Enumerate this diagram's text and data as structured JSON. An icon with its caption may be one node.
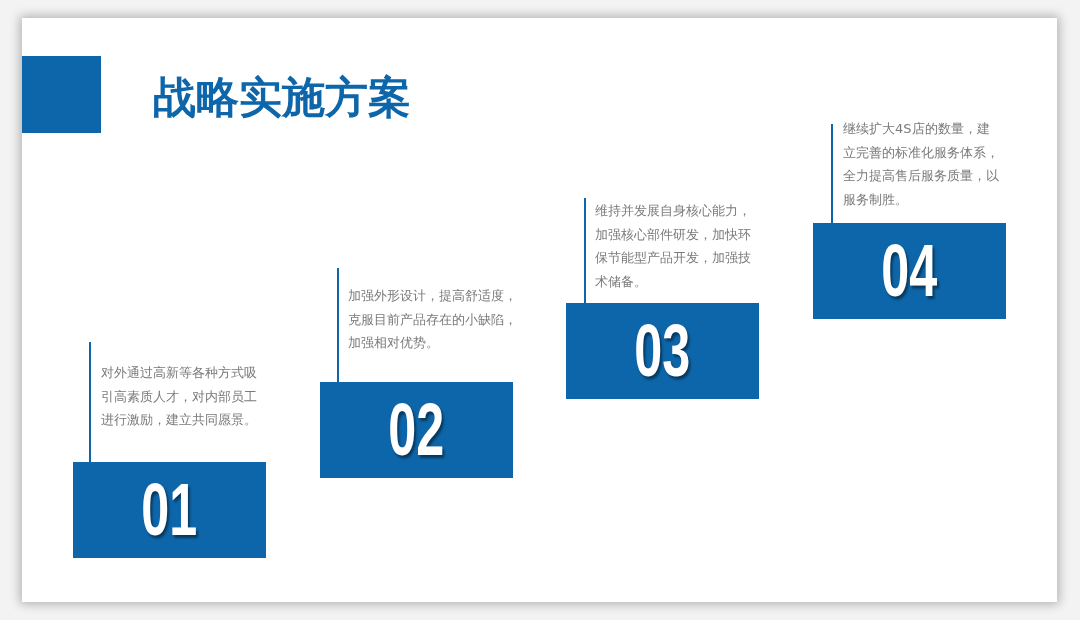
{
  "diagram": {
    "title": "战略实施方案",
    "nodes": [
      {
        "text": [],
        "shape": "box"
      },
      {
        "text": [
          "01"
        ],
        "beside": [
          "对外通过高新等各种方式吸引高素质人才，对内部员工进行激励，建立共同愿景。"
        ]
      },
      {
        "text": [
          "02"
        ],
        "beside": [
          "加强外形设计，提高舒适度，克服目前产品存在的小缺陷，加强相对优势。"
        ]
      },
      {
        "text": [
          "03"
        ],
        "beside": [
          "维持并发展自身核心能力，加强核心部件研发，加快环保节能型产品开发，加强技术储备。"
        ]
      },
      {
        "text": [
          "04"
        ],
        "beside": [
          "继续扩大4S店的数量，建立完善的标准化服务体系，全力提高售后服务质量，以服务制胜。"
        ]
      }
    ]
  }
}
